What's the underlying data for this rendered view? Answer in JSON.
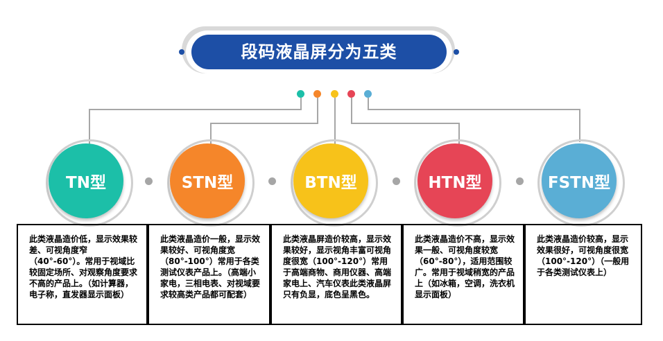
{
  "title": "段码液晶屏分为五类",
  "colors": {
    "banner": "#1d4fa6",
    "tn": "#1cbfa8",
    "stn": "#f5862a",
    "btn": "#f7c21a",
    "htn": "#e64556",
    "fstn": "#5aaed5",
    "connector": "#a6a6a6"
  },
  "types": [
    {
      "label": "TN型",
      "color": "#1cbfa8",
      "description": "此类液晶造价低，显示效果较差、可视角度窄（40°-60°）。常用于视域比较固定场所、对观察角度要求不高的产品上。（如计算器，电子称，直发器显示面板）"
    },
    {
      "label": "STN型",
      "color": "#f5862a",
      "description": "此类液晶造价一般，显示效果较好、可视角度宽（80°-100°）常用于各类测试仪表产品上。（高端小家电，三相电表、对视域要求较高类产品都可配套）"
    },
    {
      "label": "BTN型",
      "color": "#f7c21a",
      "description": "此类液晶屏造价较高，显示效果较好，显示视角丰富可视角度很宽（100°-120°）常用于高端商物、商用仪器、高端家电上、汽车仪表此类液晶屏只有负显，底色呈黑色。"
    },
    {
      "label": "HTN型",
      "color": "#e64556",
      "description": "此类液晶造价不高，显示效果一般、可视角度较宽（60°-80°），适用范围较广。常用于视域稍宽的产品上（如冰箱，空调，洗衣机显示面板）"
    },
    {
      "label": "FSTN型",
      "color": "#5aaed5",
      "description": "此类液晶造价较高，显示效果很好，可视角度很宽（100°-120°）（一般用于各类测试仪表上）"
    }
  ]
}
